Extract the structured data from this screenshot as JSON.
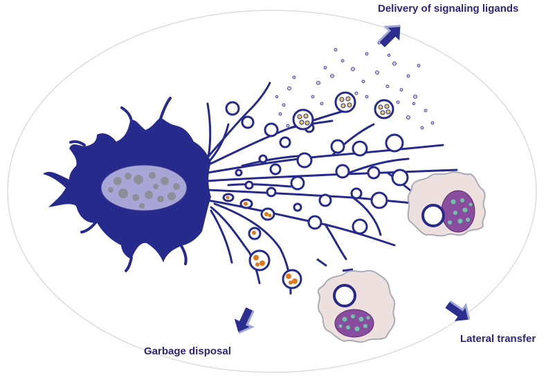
{
  "labels": {
    "delivery": "Delivery of signaling ligands",
    "garbage": "Garbage disposal",
    "lateral": "Lateral transfer"
  },
  "colors": {
    "label_text": "#2b2580",
    "cell_body": "#262a8c",
    "nucleus": "#a8a6d6",
    "nucleus_spots": "#8e8e98",
    "recipient_cell": "#ede0df",
    "recipient_nucleus": "#8a4c9e",
    "recipient_spots": "#6fc5a8",
    "arrow": "#2b2e8f",
    "oval_outline": "#dcdcdc",
    "vesicle_cargo": "#e0781e"
  },
  "icons": {
    "arrows": [
      "arrow-icon-delivery",
      "arrow-icon-garbage",
      "arrow-icon-lateral"
    ]
  }
}
